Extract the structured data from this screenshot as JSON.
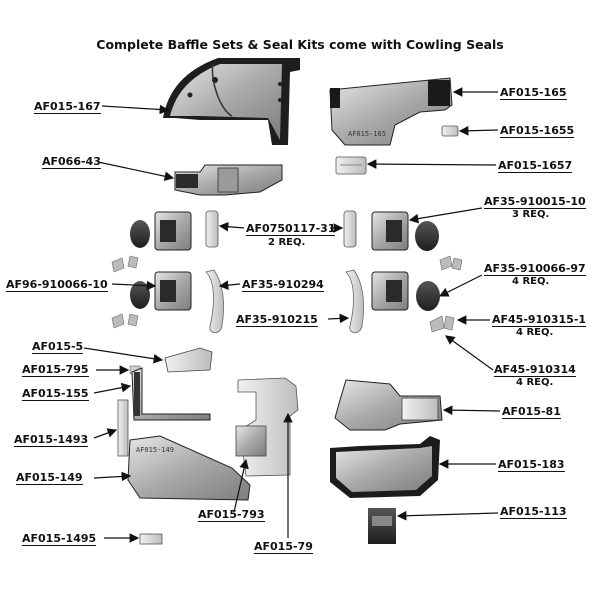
{
  "title": "Complete Baffle Sets & Seal Kits come with Cowling Seals",
  "parts": {
    "af015_167": "AF015-167",
    "af066_43": "AF066-43",
    "af015_165": "AF015-165",
    "af015_1655": "AF015-1655",
    "af015_1657": "AF015-1657",
    "af0750117_31": "AF0750117-31",
    "af0750117_31_qty": "2 REQ.",
    "af35_910015_10": "AF35-910015-10",
    "af35_910015_10_qty": "3 REQ.",
    "af96_910066_10": "AF96-910066-10",
    "af35_910294": "AF35-910294",
    "af35_910066_97": "AF35-910066-97",
    "af35_910066_97_qty": "4 REQ.",
    "af35_910215": "AF35-910215",
    "af45_910315_1": "AF45-910315-1",
    "af45_910315_1_qty": "4 REQ.",
    "af015_5": "AF015-5",
    "af015_795": "AF015-795",
    "af45_910314": "AF45-910314",
    "af45_910314_qty": "4 REQ.",
    "af015_155": "AF015-155",
    "af015_81": "AF015-81",
    "af015_1493": "AF015-1493",
    "af015_183": "AF015-183",
    "af015_149": "AF015-149",
    "af015_793": "AF015-793",
    "af015_113": "AF015-113",
    "af015_1495": "AF015-1495",
    "af015_79": "AF015-79"
  },
  "stamps": {
    "rear_baffle_stamp": "AF015-165",
    "side_panel_stamp": "AF015-149"
  }
}
